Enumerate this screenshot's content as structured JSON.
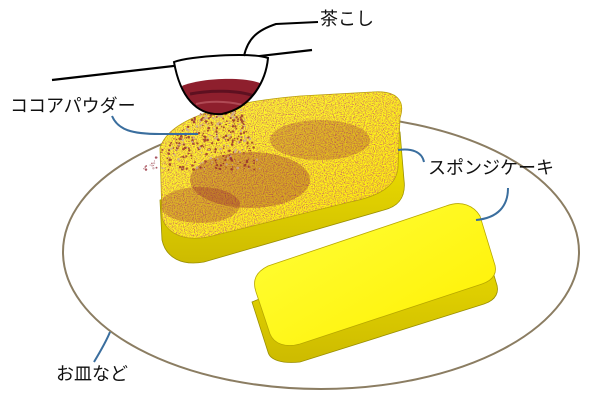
{
  "labels": {
    "strainer": "茶こし",
    "cocoa_powder": "ココアパウダー",
    "sponge_cake": "スポンジケーキ",
    "plate": "お皿など"
  },
  "colors": {
    "plate_outline": "#8B7D62",
    "cake_top": "#FFFF1E",
    "cake_side": "#E6D600",
    "cocoa": "#8E1F2D",
    "cocoa_dark": "#5E1020",
    "leader_line": "#3A6E9E",
    "outline": "#000000"
  }
}
